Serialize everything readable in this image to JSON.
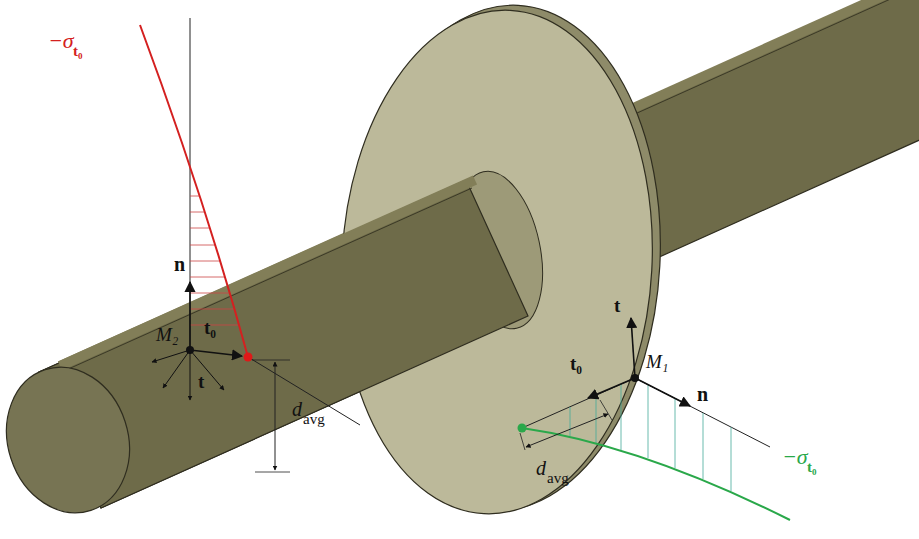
{
  "diagram": {
    "labels": [
      "−σ",
      "t₀",
      "n",
      "M₂",
      "t₀",
      "t",
      "d",
      "avg",
      "t",
      "t₀",
      "M₁",
      "n",
      "d",
      "avg",
      "−σ",
      "t₀"
    ]
  }
}
